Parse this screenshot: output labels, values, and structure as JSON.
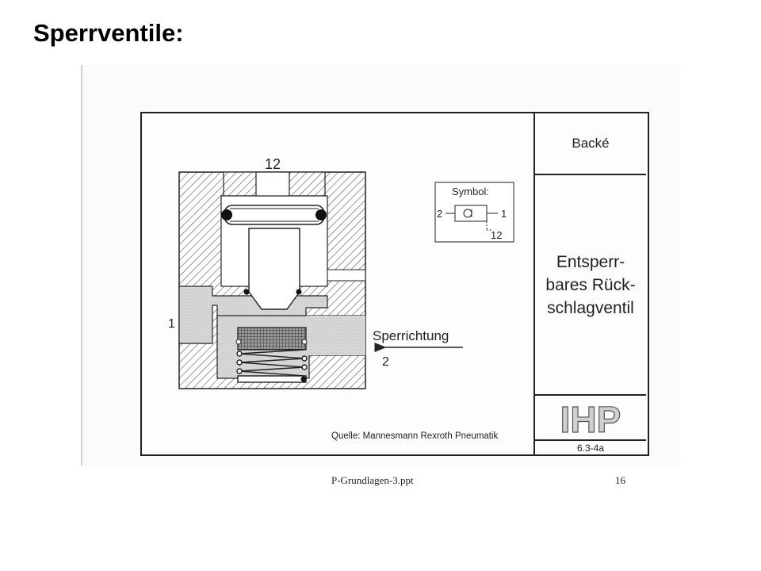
{
  "slide": {
    "title": "Sperrventile:"
  },
  "document": {
    "author": "Backé",
    "component_name": "Entsperr-\nbares Rück-\nschlagventil",
    "logo_text": "IHP",
    "doc_code": "6.3-4a",
    "source": "Quelle: Mannesmann Rexroth Pneumatik"
  },
  "diagram": {
    "port_top": "12",
    "port_left": "1",
    "port_right": "2",
    "blocking_direction_label": "Sperrichtung"
  },
  "symbol": {
    "title": "Symbol:",
    "port_left": "2",
    "port_right": "1",
    "port_pilot": "12"
  },
  "footer": {
    "file": "P-Grundlagen-3.ppt",
    "page": "16"
  },
  "colors": {
    "line": "#222222",
    "fluid_fill": "#d6d6d6",
    "hatch": "#555555",
    "logo_fill": "#cfcfcf"
  }
}
